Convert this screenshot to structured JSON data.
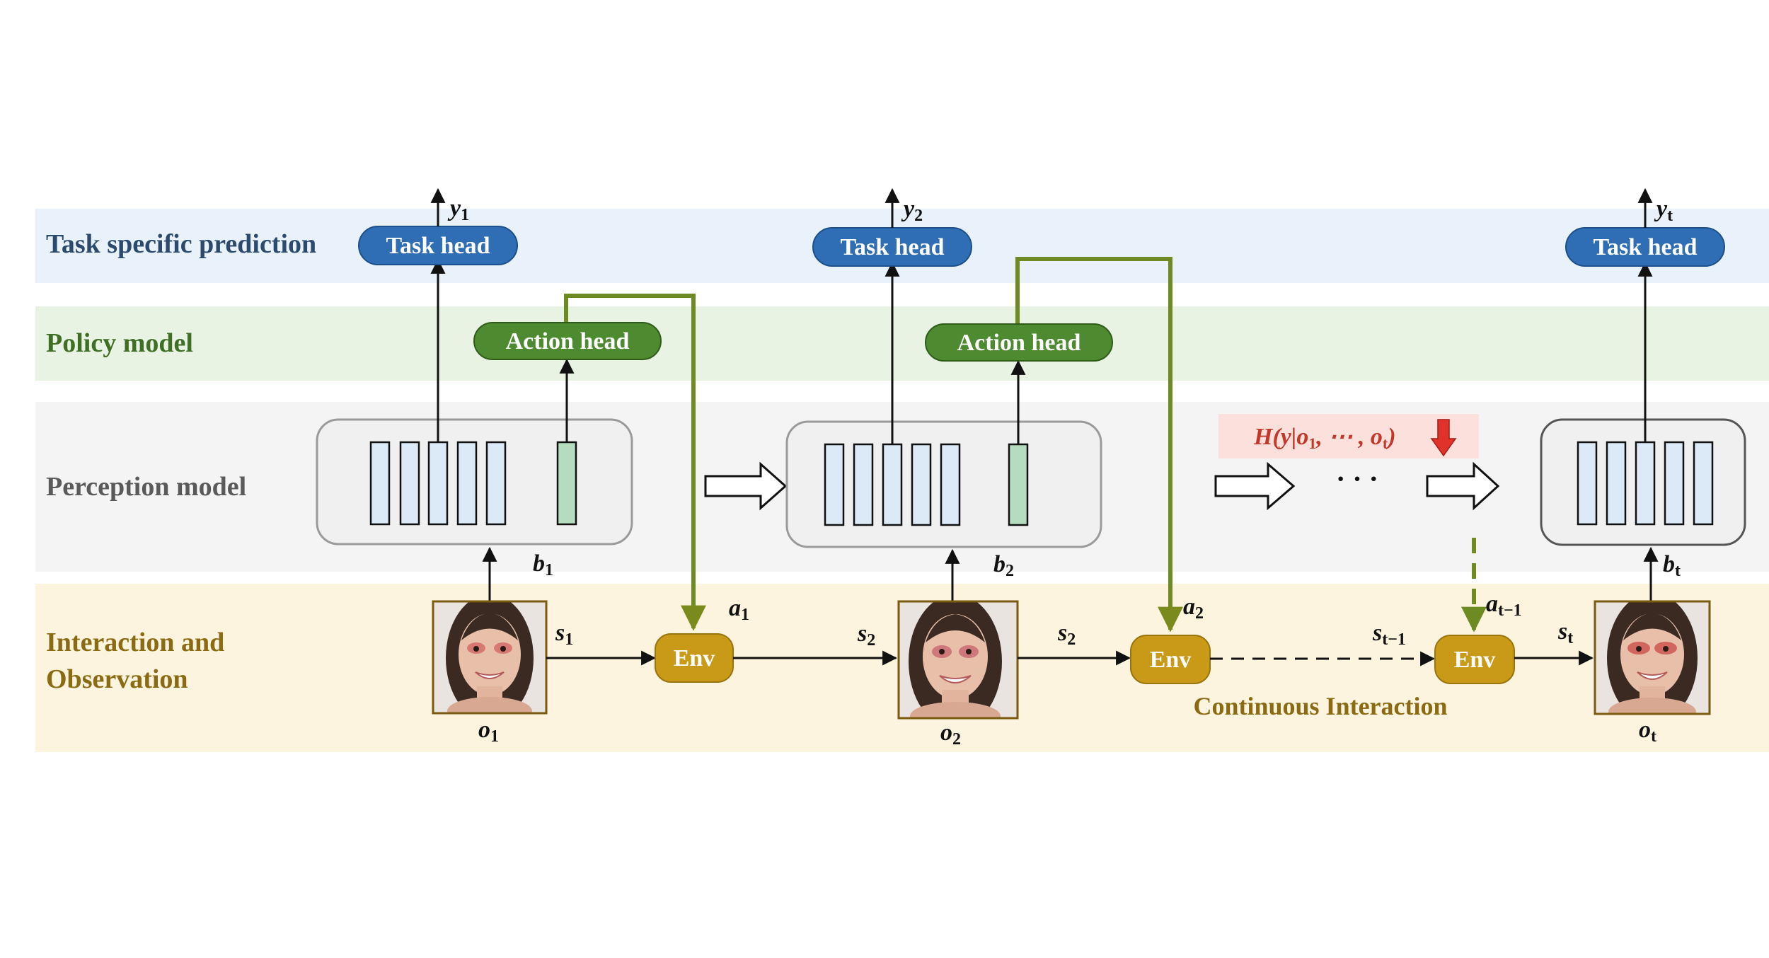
{
  "rows": {
    "task": "Task specific prediction",
    "policy": "Policy model",
    "perception": "Perception model",
    "interaction_line1": "Interaction and",
    "interaction_line2": "Observation"
  },
  "steps": [
    {
      "task_head": "Task head",
      "action_head": "Action head",
      "env": "Env",
      "y": "y",
      "y_sub": "1",
      "b": "b",
      "b_sub": "1",
      "o": "o",
      "o_sub": "1",
      "s": "s",
      "s_sub": "1",
      "a": "a",
      "a_sub": "1"
    },
    {
      "task_head": "Task head",
      "action_head": "Action head",
      "env": "Env",
      "y": "y",
      "y_sub": "2",
      "b": "b",
      "b_sub": "2",
      "o": "o",
      "o_sub": "2",
      "s_in": "s",
      "s_in_sub": "2",
      "s": "s",
      "s_sub": "2",
      "a": "a",
      "a_sub": "2"
    },
    {
      "task_head": "Task head",
      "env": "Env",
      "y": "y",
      "y_sub": "t",
      "b": "b",
      "b_sub": "t",
      "o": "o",
      "o_sub": "t",
      "s_prev": "s",
      "s_prev_sub": "t−1",
      "a_prev": "a",
      "a_prev_sub": "t−1",
      "s": "s",
      "s_sub": "t"
    }
  ],
  "entropy": {
    "H": "H",
    "open": "(y|o",
    "sub1": "1",
    "mid": ", ⋯ , o",
    "subt": "t",
    "close": ")"
  },
  "ellipsis": "· · ·",
  "continuous": "Continuous Interaction",
  "colors": {
    "task_band": "#e9f2fb",
    "policy_band": "#e8f3e3",
    "perception_band": "#f4f4f4",
    "interaction_band": "#fdf4df",
    "task_head": "#2f6db4",
    "action_head": "#4e8a2f",
    "env": "#c99a17",
    "token": "#dce9f7",
    "action_token": "#b6dcc0",
    "task_text": "#2c4a6e",
    "policy_text": "#3f6e25",
    "perception_text": "#5a5a5a",
    "interaction_text": "#8a6a12",
    "entropy_bg": "#fbe0db",
    "entropy_text": "#c0392b"
  }
}
